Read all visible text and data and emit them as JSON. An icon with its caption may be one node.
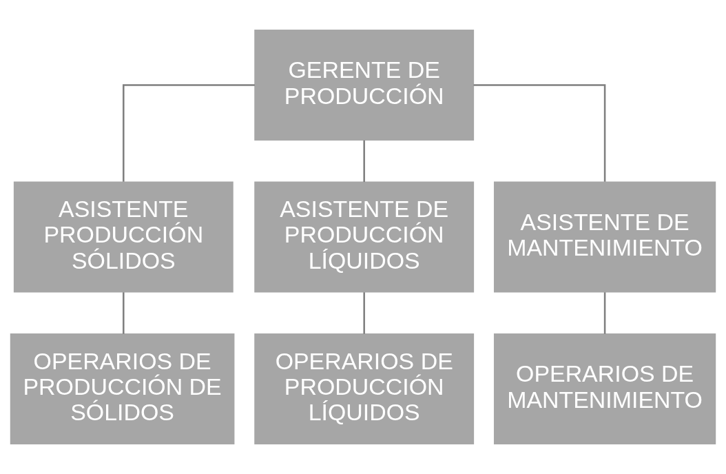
{
  "diagram": {
    "nodes": [
      {
        "text": [
          "GERENTE DE PRODUCCIÓN"
        ]
      },
      {
        "text": [
          "ASISTENTE PRODUCCIÓN SÓLIDOS"
        ]
      },
      {
        "text": [
          "ASISTENTE DE PRODUCCIÓN LÍQUIDOS"
        ]
      },
      {
        "text": [
          "ASISTENTE DE MANTENIMIENTO"
        ]
      },
      {
        "text": [
          "OPERARIOS DE PRODUCCIÓN DE SÓLIDOS"
        ]
      },
      {
        "text": [
          "OPERARIOS DE PRODUCCIÓN LÍQUIDOS"
        ]
      },
      {
        "text": [
          "OPERARIOS DE MANTENIMIENTO"
        ]
      }
    ],
    "edges": [
      {
        "from": 0,
        "to": 1,
        "arrow": "none"
      },
      {
        "from": 0,
        "to": 2,
        "arrow": "none"
      },
      {
        "from": 0,
        "to": 3,
        "arrow": "none"
      },
      {
        "from": 1,
        "to": 4,
        "arrow": "none"
      },
      {
        "from": 2,
        "to": 5,
        "arrow": "none"
      },
      {
        "from": 3,
        "to": 6,
        "arrow": "none"
      }
    ]
  }
}
